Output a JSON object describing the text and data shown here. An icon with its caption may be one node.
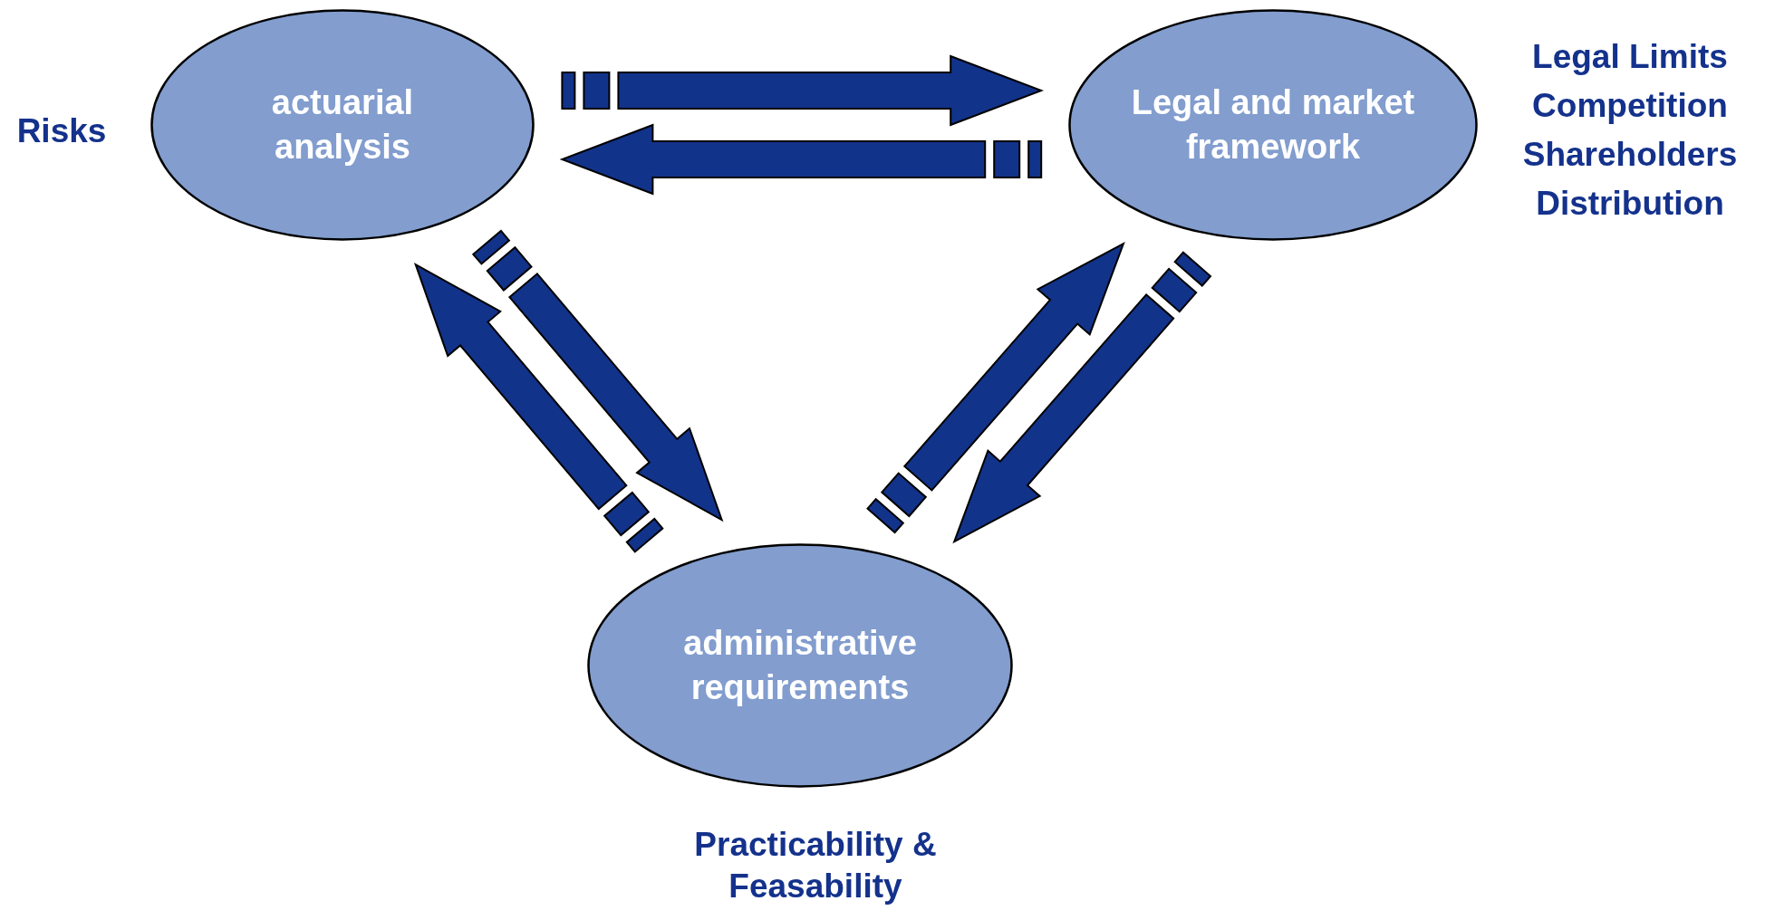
{
  "diagram": {
    "nodes": [
      {
        "text": [
          "actuarial analysis"
        ],
        "beside": [
          "Risks"
        ]
      },
      {
        "text": [
          "Legal and market framework"
        ],
        "beside": [
          "Legal Limits",
          "Competition",
          "Shareholders",
          "Distribution"
        ]
      },
      {
        "text": [
          "administrative requirements"
        ],
        "beside": [
          "Practicability & Feasability"
        ]
      }
    ],
    "edges": [
      {
        "from": 0,
        "to": 1,
        "arrow": "to",
        "style": "thick"
      },
      {
        "from": 1,
        "to": 0,
        "arrow": "to",
        "style": "thick"
      },
      {
        "from": 0,
        "to": 2,
        "arrow": "to",
        "style": "thick"
      },
      {
        "from": 2,
        "to": 0,
        "arrow": "to",
        "style": "thick"
      },
      {
        "from": 2,
        "to": 1,
        "arrow": "to",
        "style": "thick"
      },
      {
        "from": 1,
        "to": 2,
        "arrow": "to",
        "style": "thick"
      }
    ]
  }
}
